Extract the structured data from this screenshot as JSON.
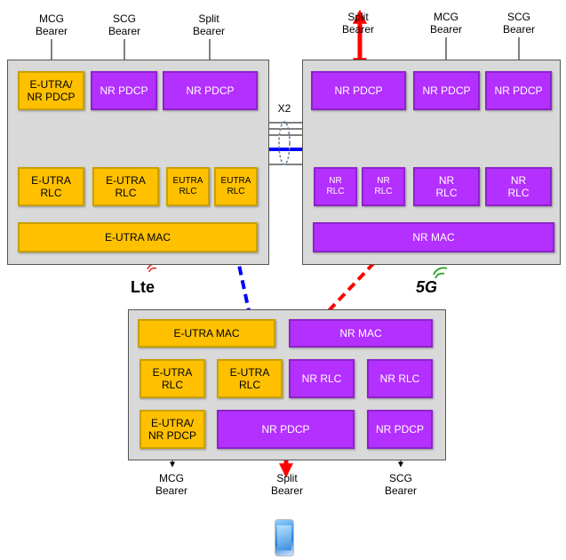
{
  "enb": {
    "top_labels": {
      "mcg": "MCG\nBearer",
      "scg": "SCG\nBearer",
      "split": "Split\nBearer"
    },
    "pdcp1": "E-UTRA/\nNR PDCP",
    "pdcp2": "NR PDCP",
    "pdcp3": "NR PDCP",
    "rlc1": "E-UTRA\nRLC",
    "rlc2": "E-UTRA\nRLC",
    "rlc3": "EUTRA\nRLC",
    "rlc4": "EUTRA\nRLC",
    "mac": "E-UTRA MAC",
    "logo_text": "Lte"
  },
  "x2_label": "X2",
  "gnb": {
    "top_labels": {
      "split": "Split\nBearer",
      "mcg": "MCG\nBearer",
      "scg": "SCG\nBearer"
    },
    "pdcp1": "NR PDCP",
    "pdcp2": "NR PDCP",
    "pdcp3": "NR PDCP",
    "rlc1": "NR\nRLC",
    "rlc2": "NR\nRLC",
    "rlc3": "NR\nRLC",
    "rlc4": "NR\nRLC",
    "mac": "NR MAC",
    "logo_text": "5G"
  },
  "ue": {
    "eutra_mac": "E-UTRA MAC",
    "nr_mac": "NR MAC",
    "eutra_rlc1": "E-UTRA\nRLC",
    "eutra_rlc2": "E-UTRA\nRLC",
    "nr_rlc1": "NR RLC",
    "nr_rlc2": "NR RLC",
    "pdcp_mcg": "E-UTRA/\nNR PDCP",
    "pdcp_split": "NR PDCP",
    "pdcp_scg": "NR PDCP",
    "bottom_labels": {
      "mcg": "MCG\nBearer",
      "split": "Split\nBearer",
      "scg": "SCG\nBearer"
    }
  },
  "colors": {
    "eutra": "#ffc000",
    "nr": "#b430ff",
    "panel": "#d9d9d9",
    "split_red": "#ff0000",
    "lte_blue": "#0000ff"
  }
}
